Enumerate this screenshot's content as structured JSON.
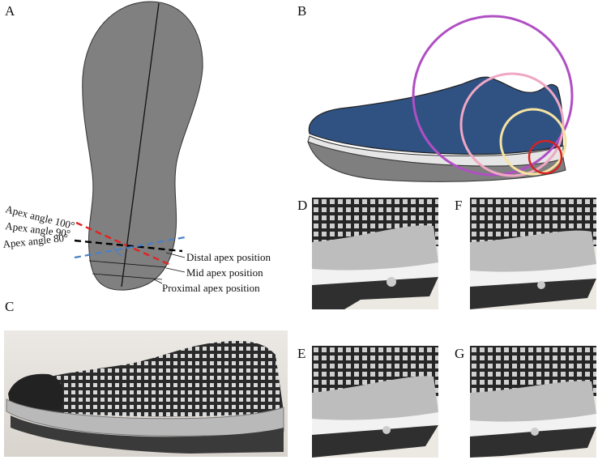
{
  "panels": {
    "a": "A",
    "b": "B",
    "c": "C",
    "d": "D",
    "e": "E",
    "f": "F",
    "g": "G"
  },
  "panel_a_labels": {
    "apex_100": "Apex angle 100°",
    "apex_90": "Apex angle 90°",
    "apex_80": "Apex angle 80°",
    "distal": "Distal apex position",
    "mid": "Mid apex position",
    "proximal": "Proximal apex position"
  },
  "colors": {
    "sole_gray": "#808080",
    "shoe_blue": "#2f5283",
    "circle_purple": "#b04fc4",
    "circle_pink": "#f0a7c4",
    "circle_yellow": "#f6e3a1",
    "circle_red": "#d42323",
    "line_red": "#e02424",
    "line_blue": "#4a7fc8",
    "line_black": "#000000"
  }
}
